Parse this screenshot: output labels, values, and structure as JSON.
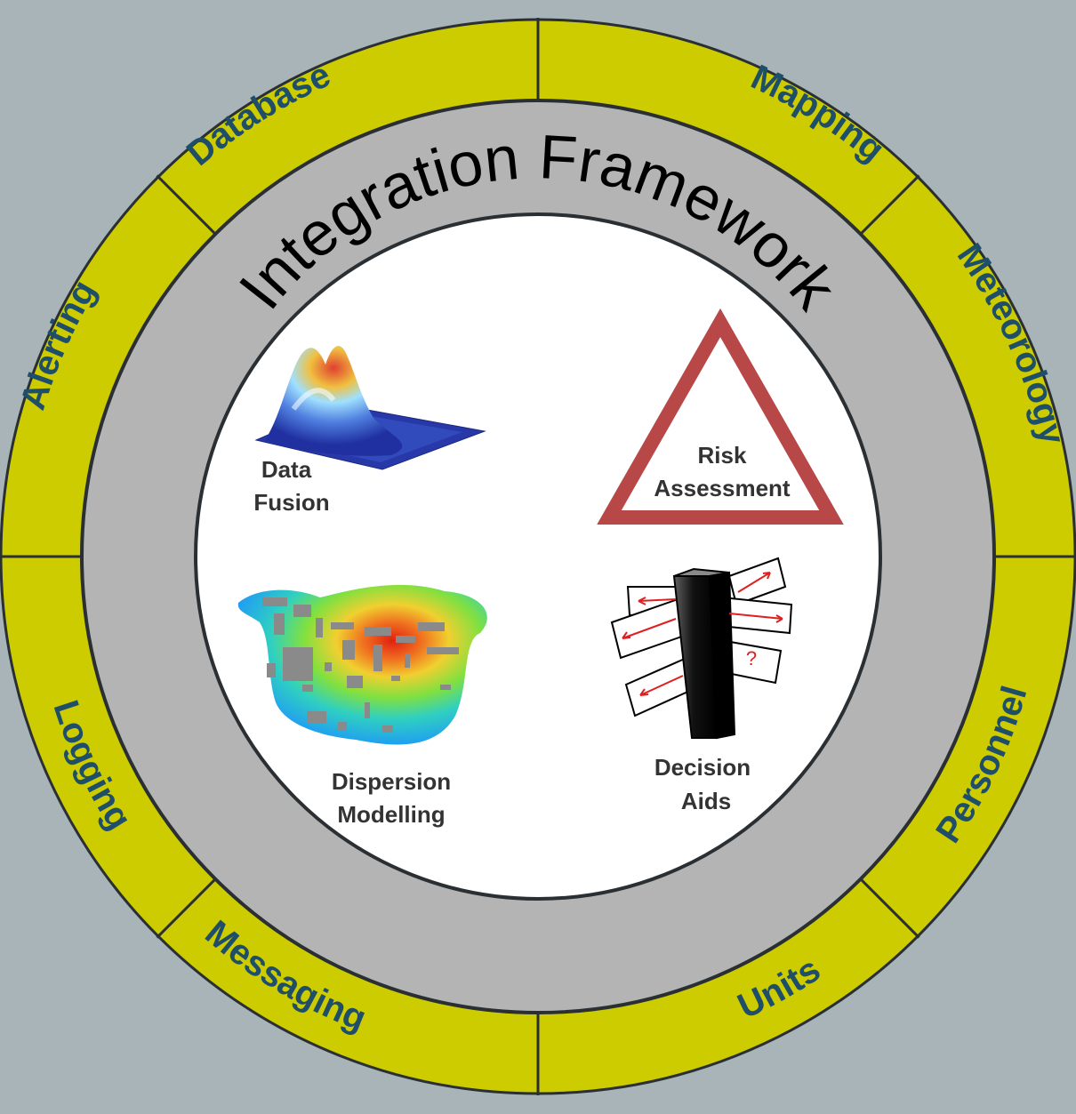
{
  "colors": {
    "background": "#a8b4b8",
    "outer_ring": "#cccc00",
    "middle_ring": "#b4b4b4",
    "inner_circle": "#ffffff",
    "outline": "#2a2f33",
    "segment_text": "#1f4e68",
    "framework_text": "#000000",
    "module_text": "#333333",
    "risk_triangle": "#b84848"
  },
  "framework": {
    "label": "Integration Framework"
  },
  "segments": [
    {
      "id": "database",
      "label": "Database"
    },
    {
      "id": "mapping",
      "label": "Mapping"
    },
    {
      "id": "meteorology",
      "label": "Meteorology"
    },
    {
      "id": "personnel",
      "label": "Personnel"
    },
    {
      "id": "units",
      "label": "Units"
    },
    {
      "id": "messaging",
      "label": "Messaging"
    },
    {
      "id": "logging",
      "label": "Logging"
    },
    {
      "id": "alerting",
      "label": "Alerting"
    }
  ],
  "modules": {
    "data_fusion": {
      "line1": "Data",
      "line2": "Fusion",
      "icon": "surface-plot-icon"
    },
    "risk_assessment": {
      "line1": "Risk",
      "line2": "Assessment",
      "icon": "warning-triangle-icon"
    },
    "dispersion_modelling": {
      "line1": "Dispersion",
      "line2": "Modelling",
      "icon": "dispersion-map-icon"
    },
    "decision_aids": {
      "line1": "Decision",
      "line2": "Aids",
      "icon": "signpost-icon",
      "sign_mark": "?"
    }
  }
}
